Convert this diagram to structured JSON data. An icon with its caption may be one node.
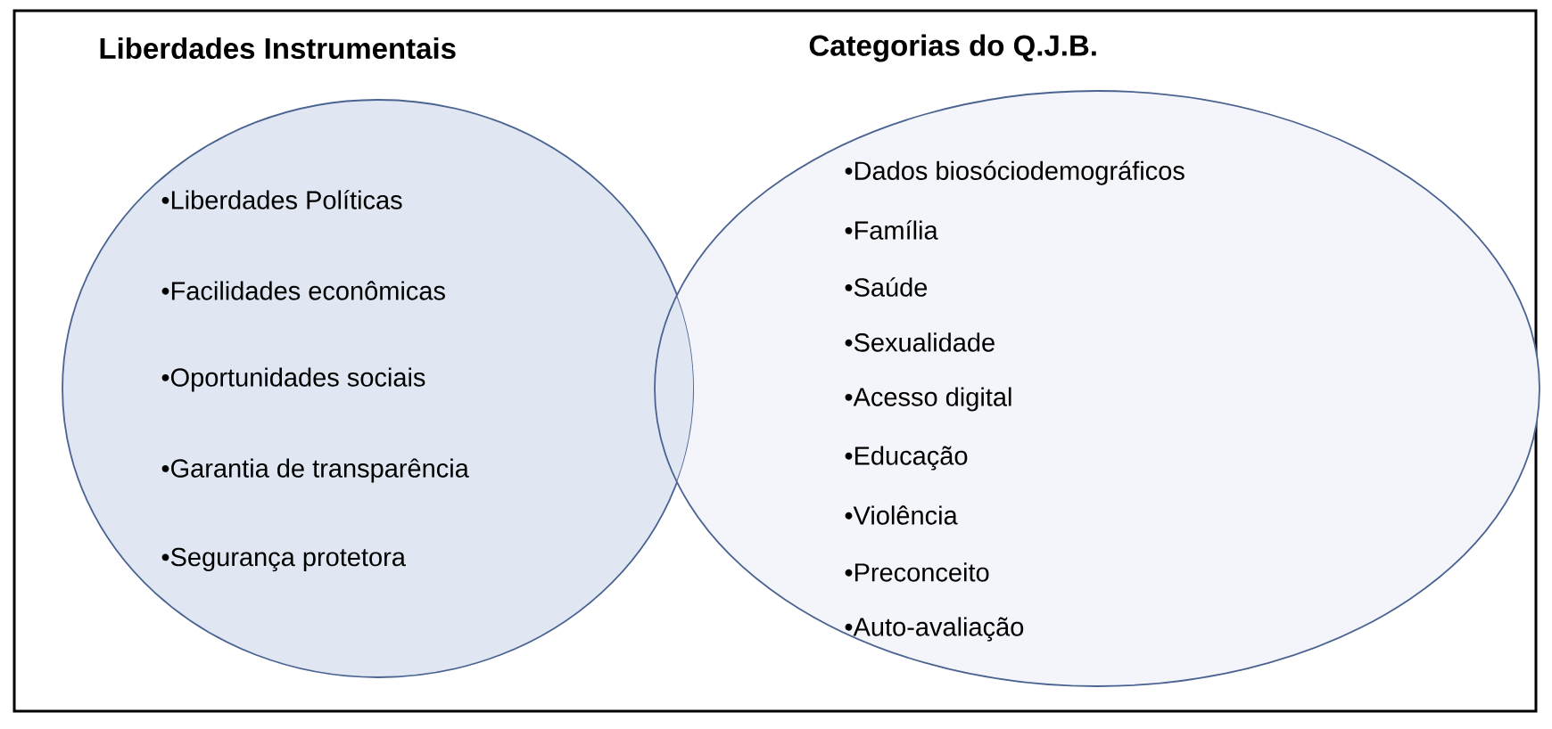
{
  "diagram": {
    "nodes": [
      {
        "text": [
          "Liberdades Instrumentais",
          "•Liberdades Políticas",
          "•Facilidades econômicas",
          "•Oportunidades sociais",
          "•Garantia de transparência",
          "•Segurança protetora"
        ]
      },
      {
        "text": [
          "Categorias do Q.J.B.",
          "•Dados biosóciodemográficos",
          "•Família",
          "•Saúde",
          "•Sexualidade",
          "•Acesso digital",
          "•Educação",
          "•Violência",
          "•Preconceito",
          "•Auto-avaliação"
        ]
      }
    ]
  }
}
